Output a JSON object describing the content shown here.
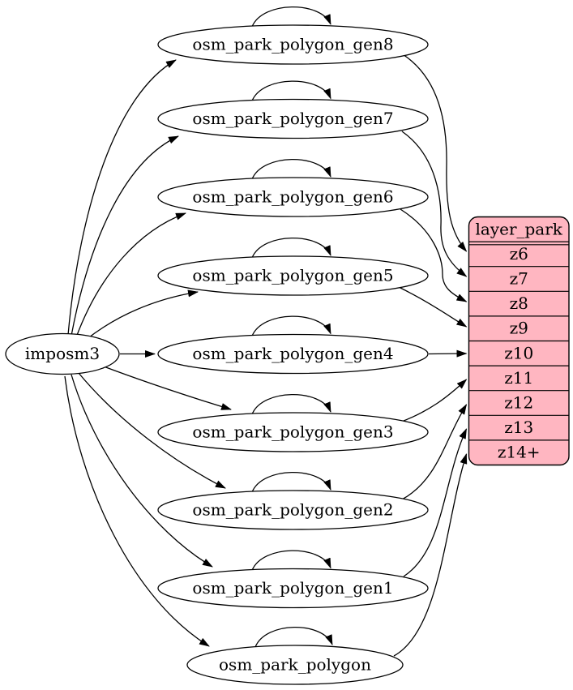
{
  "source": {
    "label": "imposm3"
  },
  "nodes": [
    {
      "label": "osm_park_polygon_gen8",
      "self_loop": true,
      "from": "imposm3",
      "to_zoom": "z6"
    },
    {
      "label": "osm_park_polygon_gen7",
      "self_loop": true,
      "from": "imposm3",
      "to_zoom": "z7"
    },
    {
      "label": "osm_park_polygon_gen6",
      "self_loop": true,
      "from": "imposm3",
      "to_zoom": "z8"
    },
    {
      "label": "osm_park_polygon_gen5",
      "self_loop": true,
      "from": "imposm3",
      "to_zoom": "z9"
    },
    {
      "label": "osm_park_polygon_gen4",
      "self_loop": true,
      "from": "imposm3",
      "to_zoom": "z10"
    },
    {
      "label": "osm_park_polygon_gen3",
      "self_loop": true,
      "from": "imposm3",
      "to_zoom": "z11"
    },
    {
      "label": "osm_park_polygon_gen2",
      "self_loop": true,
      "from": "imposm3",
      "to_zoom": "z12"
    },
    {
      "label": "osm_park_polygon_gen1",
      "self_loop": true,
      "from": "imposm3",
      "to_zoom": "z13"
    },
    {
      "label": "osm_park_polygon",
      "self_loop": true,
      "from": "imposm3",
      "to_zoom": "z14+"
    }
  ],
  "layer_table": {
    "title": "layer_park",
    "rows": [
      "z6",
      "z7",
      "z8",
      "z9",
      "z10",
      "z11",
      "z12",
      "z13",
      "z14+"
    ]
  },
  "colors": {
    "table_fill": "#ffb6c1",
    "node_fill": "#ffffff",
    "stroke": "#000000",
    "background": "#ffffff"
  }
}
